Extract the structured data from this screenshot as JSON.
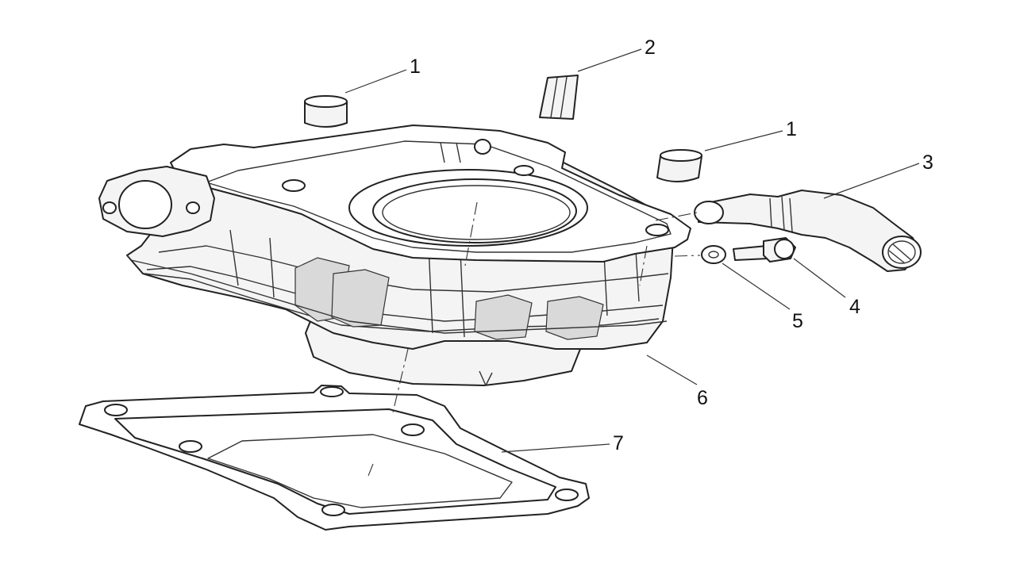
{
  "callouts": {
    "c1a": "1",
    "c2": "2",
    "c1b": "1",
    "c3": "3",
    "c4": "4",
    "c5": "5",
    "c6": "6",
    "c7": "7"
  }
}
